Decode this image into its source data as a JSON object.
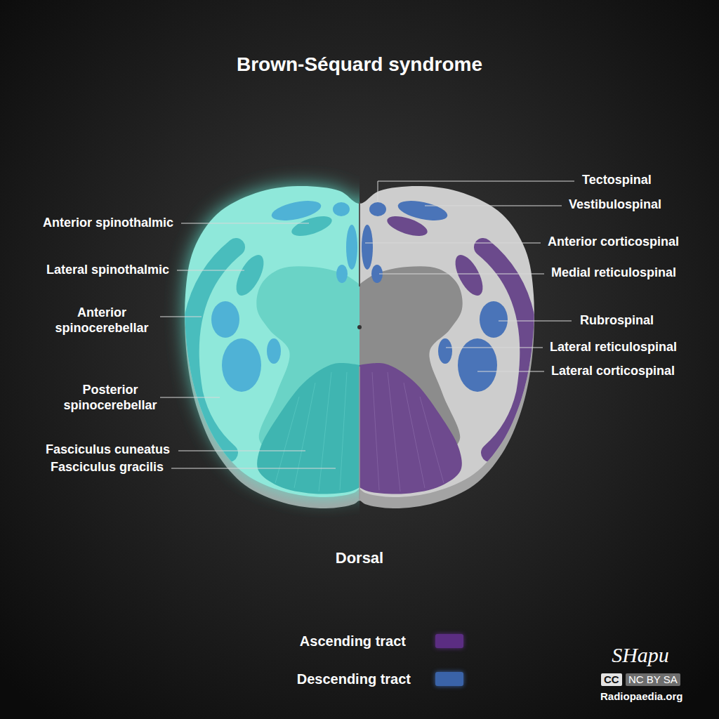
{
  "diagram": {
    "title": "Brown-Séquard syndrome",
    "labels": [
      "Anterior spinothalmic",
      "Lateral spinothalmic",
      "Anterior spinocerebellar",
      "Posterior spinocerebellar",
      "Fasciculus cuneatus",
      "Fasciculus gracilis",
      "Tectospinal",
      "Vestibulospinal",
      "Anterior corticospinal",
      "Medial reticulospinal",
      "Rubrospinal",
      "Lateral reticulospinal",
      "Lateral corticospinal",
      "Dorsal",
      "SHapu",
      "CC",
      "NC BY SA",
      "Radiopaedia.org"
    ],
    "legend": [
      {
        "text": "Ascending tract",
        "color": "#5b2d82"
      },
      {
        "text": "Descending tract",
        "color": "#3a63a8"
      }
    ]
  }
}
